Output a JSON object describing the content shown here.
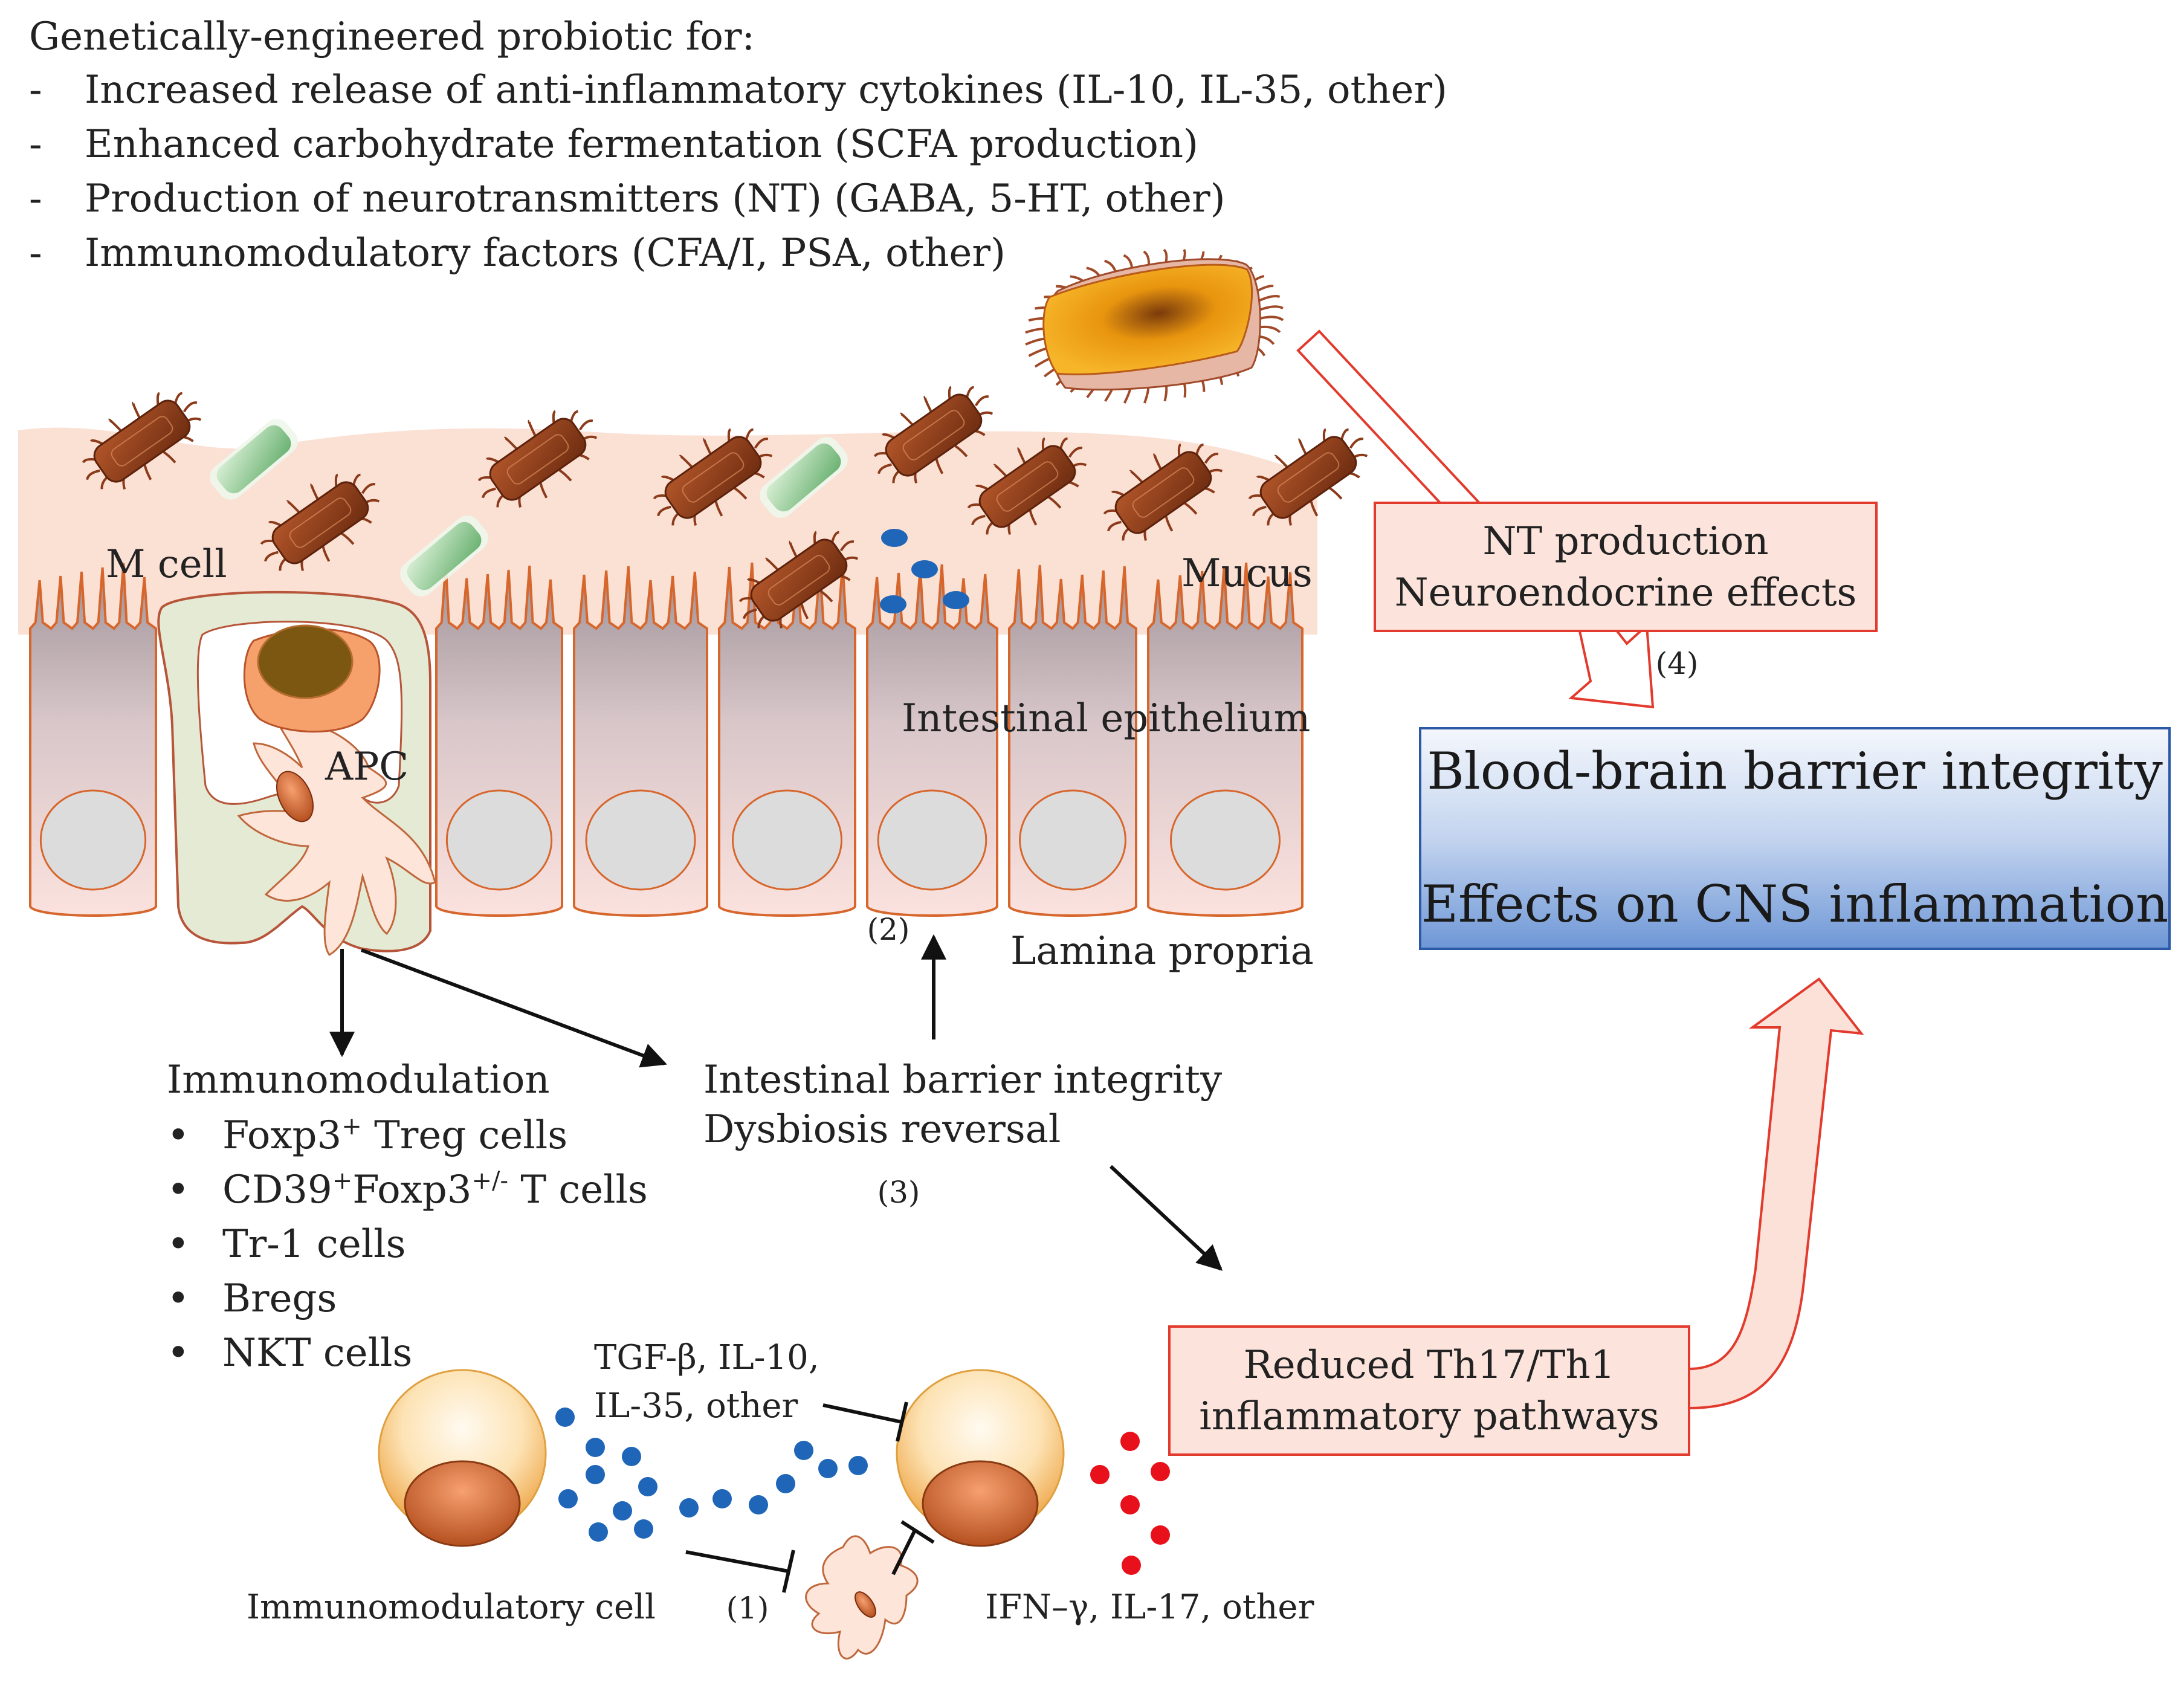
{
  "header": {
    "title": "Genetically-engineered probiotic for:",
    "items": [
      "Increased release of anti-inflammatory cytokines (IL-10, IL-35, other)",
      "Enhanced carbohydrate fermentation (SCFA production)",
      "Production of neurotransmitters (NT) (GABA, 5-HT, other)",
      "Immunomodulatory factors (CFA/I, PSA, other)"
    ],
    "dash": "-"
  },
  "gut": {
    "m_cell": "M cell",
    "apc": "APC",
    "mucus": "Mucus",
    "epithelium": "Intestinal epithelium",
    "lamina": "Lamina propria"
  },
  "nt_box": {
    "line1": "NT production",
    "line2": "Neuroendocrine effects"
  },
  "bbb_box": {
    "line1": "Blood-brain barrier integrity",
    "line2": "Effects on CNS inflammation"
  },
  "labels": {
    "n1": "(1)",
    "n2": "(2)",
    "n3": "(3)",
    "n4": "(4)"
  },
  "immunomodulation": {
    "title": "Immunomodulation",
    "bullet": "•",
    "items": [
      {
        "base": "Foxp3",
        "sup": "+",
        "rest": " Treg cells"
      },
      {
        "base": "CD39",
        "sup": "+",
        "mid": "Foxp3",
        "sup2": "+/-",
        "rest": " T cells"
      },
      {
        "base": "Tr-1 cells"
      },
      {
        "base": "Bregs"
      },
      {
        "base": "NKT cells"
      }
    ]
  },
  "barrier": {
    "line1": "Intestinal barrier integrity",
    "line2": "Dysbiosis reversal"
  },
  "th_box": {
    "line1": "Reduced Th17/Th1",
    "line2": "inflammatory pathways"
  },
  "cytokines": {
    "line1": "TGF-β, IL-10,",
    "line2": "IL-35, other",
    "pro": "IFN–γ, IL-17, other",
    "cell_label": "Immunomodulatory cell"
  },
  "colors": {
    "mucus": "#fbe0d4",
    "bbb_top": "#eef3fb",
    "bbb_bottom": "#6f98d8",
    "bacteria": "#8b3a1a",
    "probiotic": "#f2a81e",
    "red_arrow": "#e23b2e",
    "blue_dot": "#1f66b8",
    "red_dot": "#e8101a"
  }
}
